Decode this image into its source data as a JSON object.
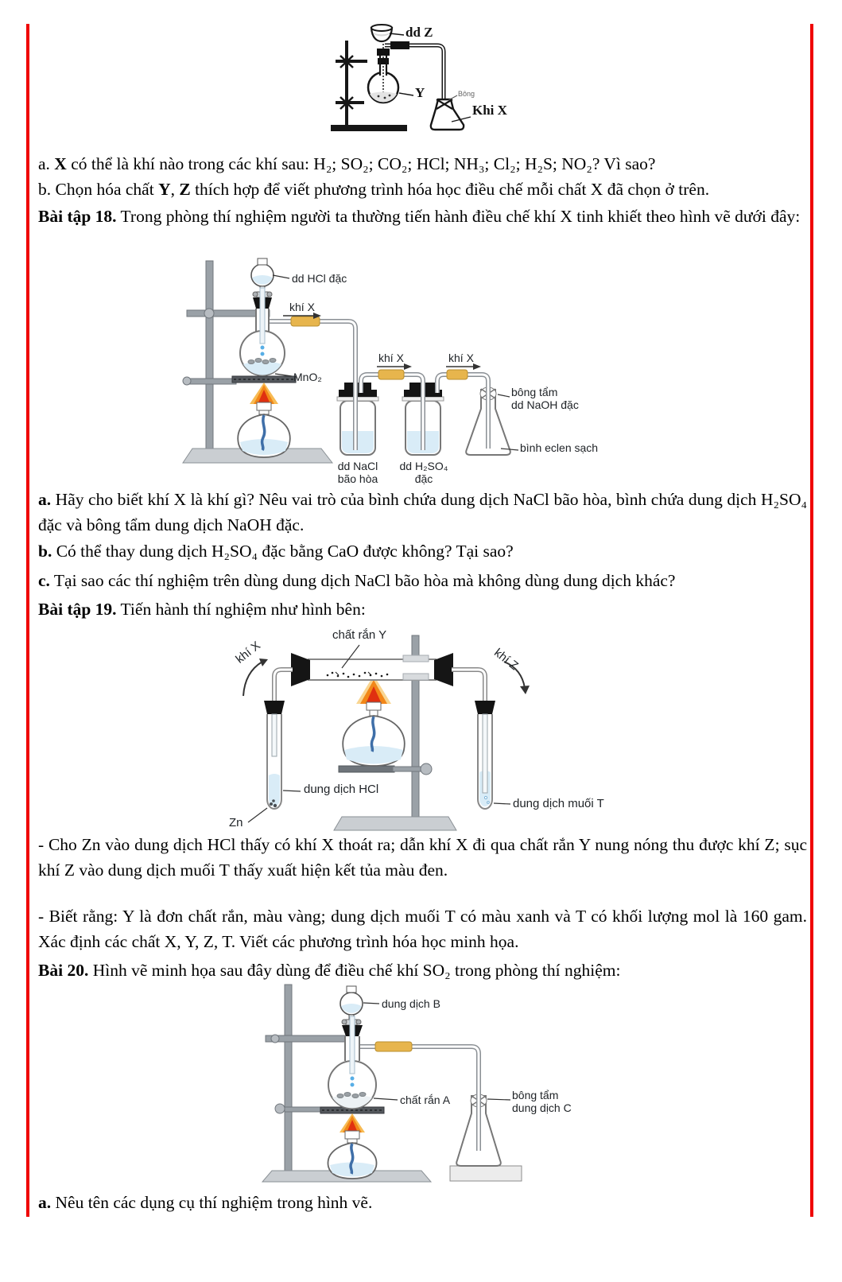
{
  "page": {
    "border_color": "#ef0000",
    "background": "#ffffff"
  },
  "paragraphs": {
    "q_a": [
      {
        "t": "a. "
      },
      {
        "t": "X",
        "b": true
      },
      {
        "t": " có thể là khí nào trong các khí sau: H₂; SO₂; CO₂; HCl; NH₃; Cl₂; H₂S; NO₂? Vì sao?"
      }
    ],
    "q_b": [
      {
        "t": "b. Chọn hóa chất "
      },
      {
        "t": "Y",
        "b": true
      },
      {
        "t": ", "
      },
      {
        "t": "Z",
        "b": true
      },
      {
        "t": " thích hợp để viết phương trình hóa học điều chế mỗi chất X đã chọn ở trên."
      }
    ],
    "bt18": [
      {
        "t": "Bài tập 18.",
        "b": true
      },
      {
        "t": " Trong phòng thí nghiệm người ta thường tiến hành điều chế khí X tinh khiết theo hình vẽ dưới đây:"
      }
    ],
    "p18_a": [
      {
        "t": "a.",
        "b": true
      },
      {
        "t": " Hãy cho biết khí X là khí gì? Nêu vai trò của bình chứa dung dịch NaCl bão hòa, bình chứa dung dịch H₂SO₄ đặc và bông tẩm dung dịch NaOH đặc."
      }
    ],
    "p18_b": [
      {
        "t": "b.",
        "b": true
      },
      {
        "t": " Có thể thay dung dịch H₂SO₄ đặc bằng CaO được không? Tại sao?"
      }
    ],
    "p18_c": [
      {
        "t": "c.",
        "b": true
      },
      {
        "t": " Tại sao các thí nghiệm trên dùng dung dịch NaCl bão hòa mà không dùng dung dịch khác?"
      }
    ],
    "bt19": [
      {
        "t": "Bài tập 19.",
        "b": true
      },
      {
        "t": " Tiến hành thí nghiệm như hình bên:"
      }
    ],
    "p19_1": [
      {
        "t": "- Cho Zn vào dung dịch HCl thấy có khí X thoát ra; dẫn khí X đi qua chất rắn Y nung nóng thu được khí Z; sục khí Z vào dung dịch muối T thấy xuất hiện kết tủa màu đen."
      }
    ],
    "p19_2": [
      {
        "t": "- Biết rằng: Y là đơn chất rắn, màu vàng; dung dịch muối T có màu xanh và T có khối lượng mol là 160 gam. Xác định các chất X, Y, Z, T. Viết các phương trình hóa học minh họa."
      }
    ],
    "b20": [
      {
        "t": "Bài 20.",
        "b": true
      },
      {
        "t": " Hình vẽ minh họa sau đây dùng để điều chế khí SO₂ trong phòng thí nghiệm:"
      }
    ],
    "p20_a": [
      {
        "t": "a.",
        "b": true
      },
      {
        "t": " Nêu tên các dụng cụ thí nghiệm trong hình vẽ."
      }
    ]
  },
  "figures": {
    "top": {
      "labels": {
        "ddz": "dd Z",
        "y": "Y",
        "bong": "Bông",
        "khix": "Khi X"
      }
    },
    "bt18": {
      "labels": {
        "dd_hcl": "dd HCl đặc",
        "khix": "khí X",
        "mno2": "MnO₂",
        "bong_naoh": "bông tẩm\ndd NaOH đặc",
        "binh_eclen": "bình eclen sạch",
        "nacl": "dd NaCl\nbão hòa",
        "h2so4": "dd H₂SO₄\nđặc"
      }
    },
    "bt19": {
      "labels": {
        "chat_ran_y": "chất rắn Y",
        "khix": "khí X",
        "khiz": "khí Z",
        "dd_hcl": "dung dịch HCl",
        "zn": "Zn",
        "dd_muoi_t": "dung dịch muối T"
      }
    },
    "b20": {
      "labels": {
        "dd_b": "dung dịch B",
        "chat_ran_a": "chất rắn A",
        "bong_c": "bông tẩm\ndung dịch C"
      }
    }
  }
}
